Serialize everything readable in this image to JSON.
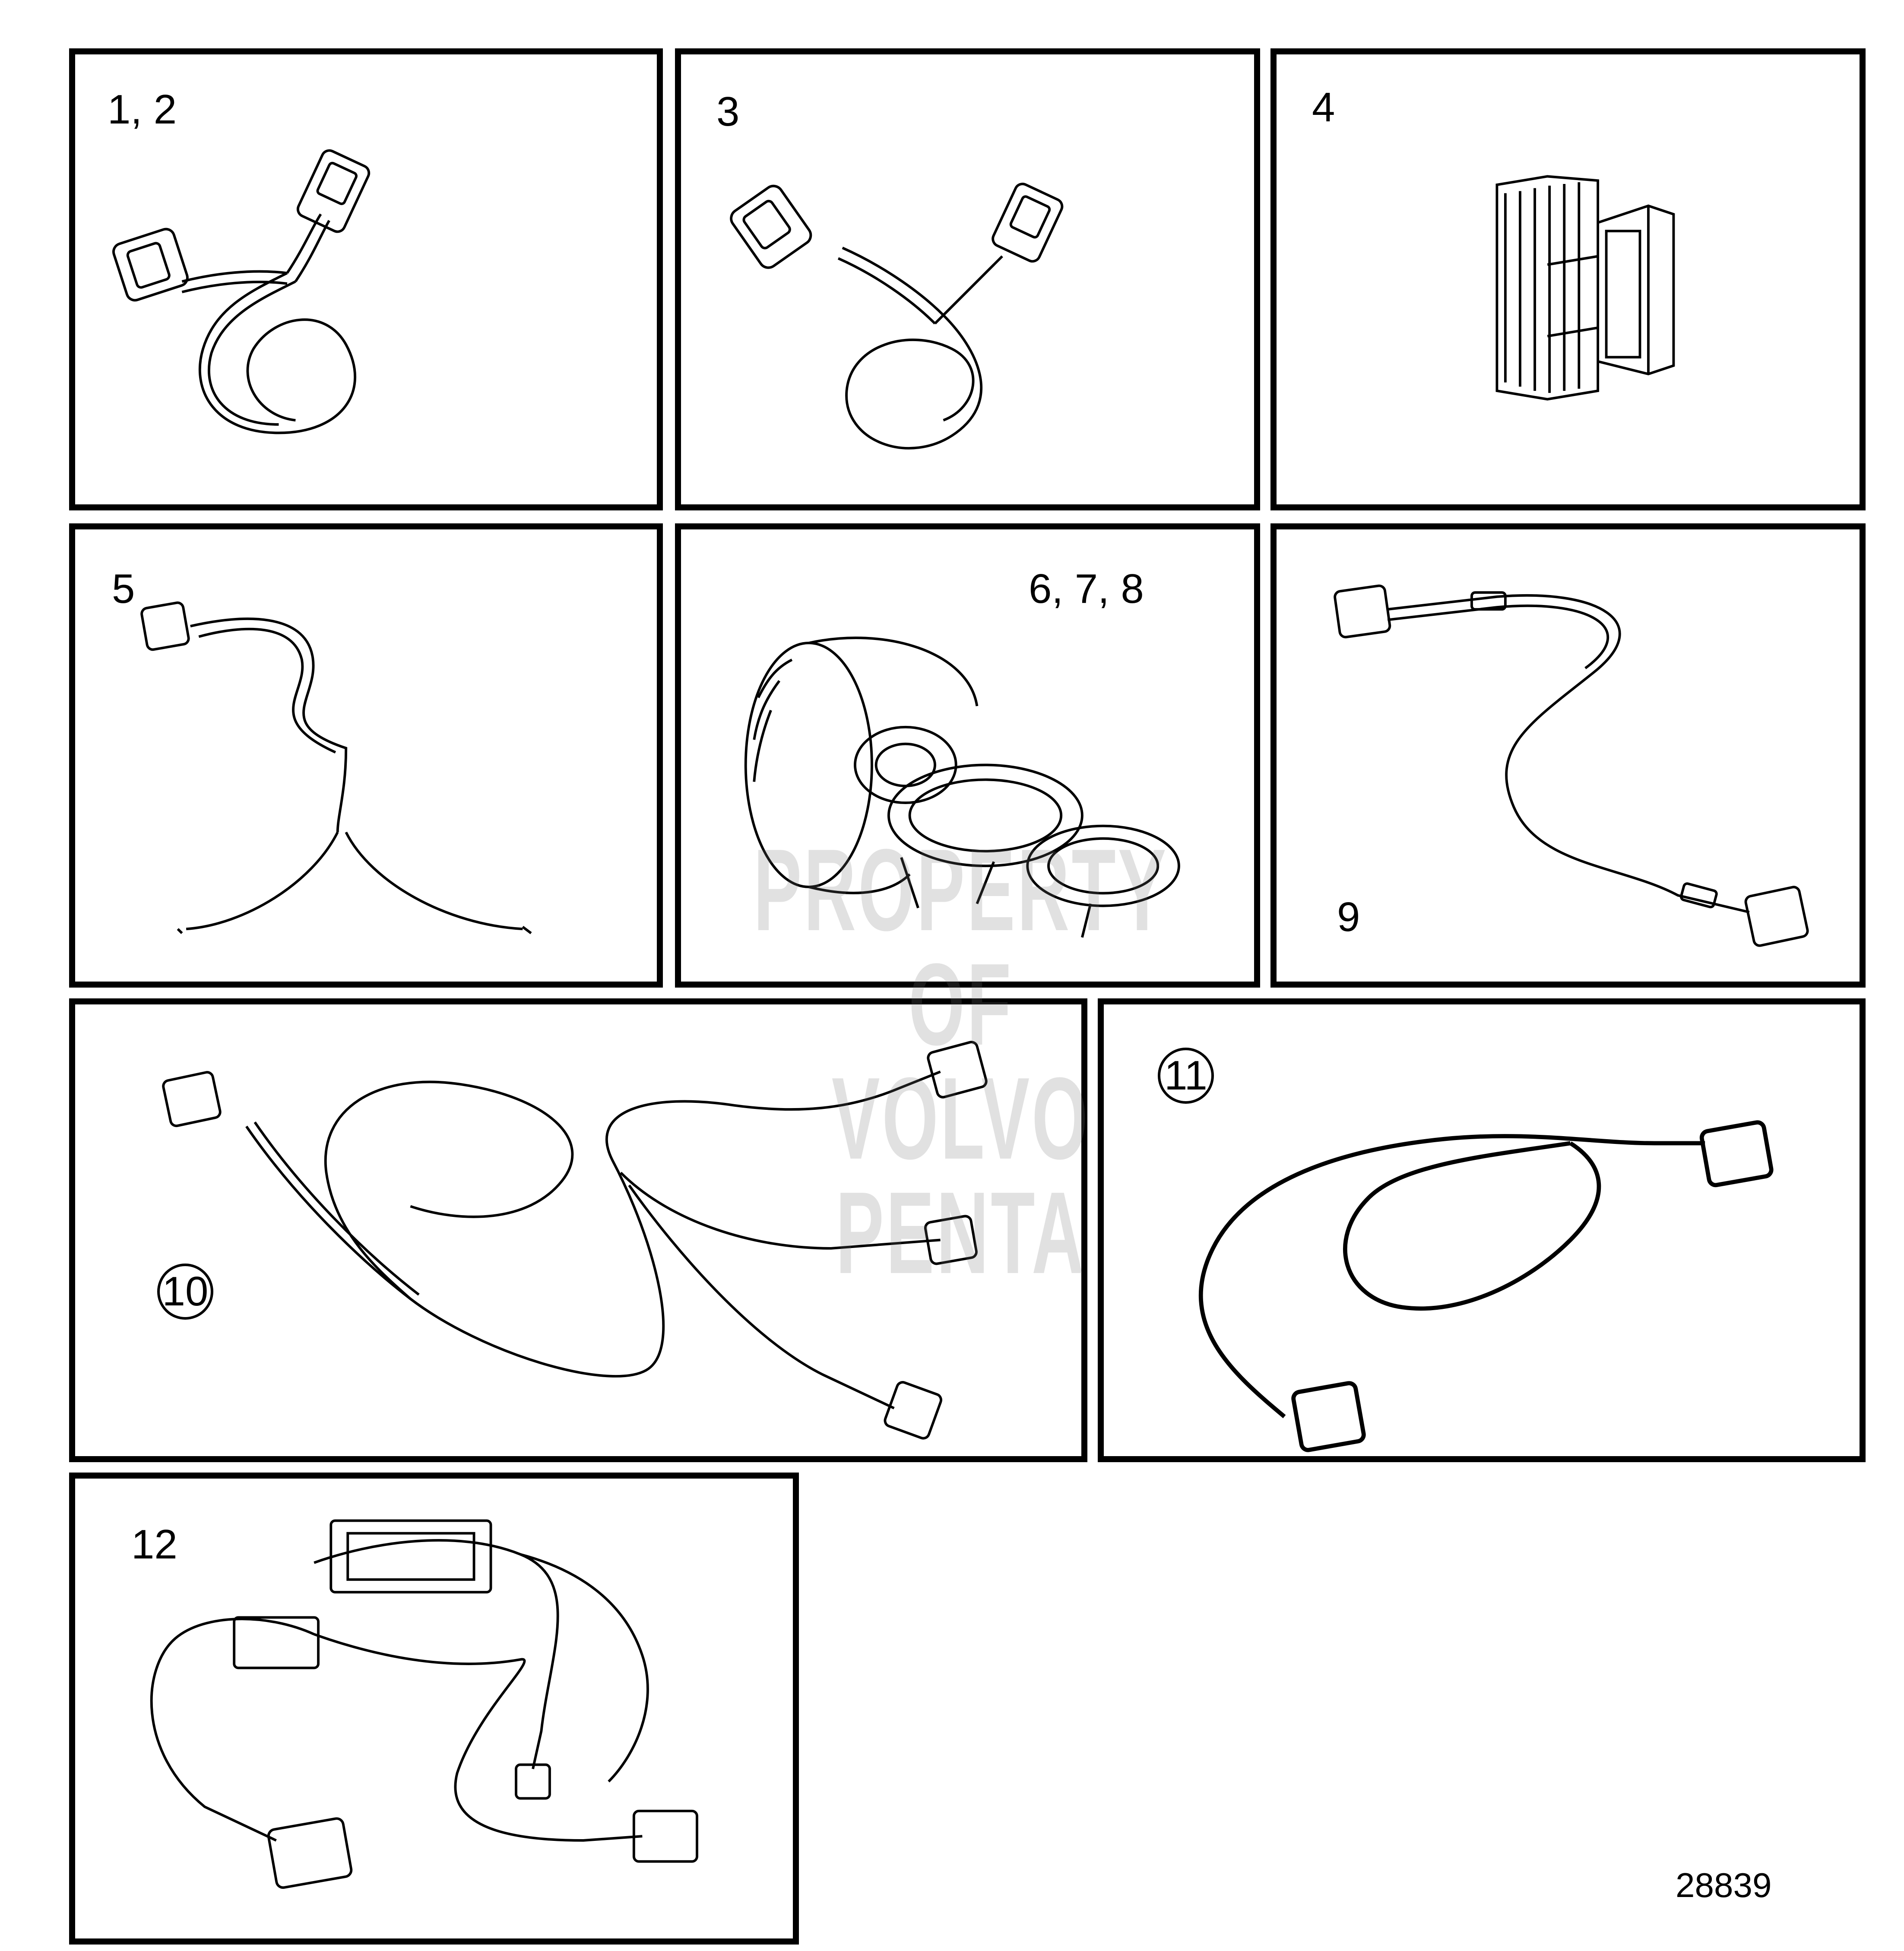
{
  "panels": {
    "p1": {
      "label": "1, 2"
    },
    "p3": {
      "label": "3"
    },
    "p4": {
      "label": "4"
    },
    "p5": {
      "label": "5"
    },
    "p6": {
      "label": "6, 7, 8"
    },
    "p9": {
      "label": "9"
    },
    "p10": {
      "label": "10"
    },
    "p11": {
      "label": "11"
    },
    "p12": {
      "label": "12"
    }
  },
  "watermark": {
    "line1": "PROPERTY OF",
    "line2": "VOLVO PENTA"
  },
  "figure_number": "28839"
}
